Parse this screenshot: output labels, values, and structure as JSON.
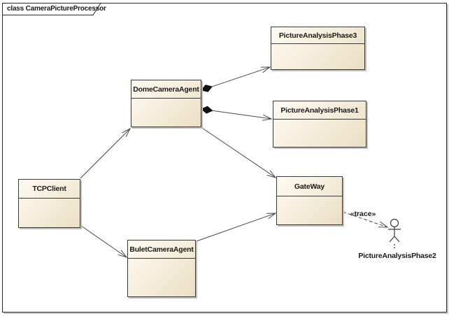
{
  "frame": {
    "title": "class CameraPictureProcessor"
  },
  "nodes": [
    {
      "name": "PictureAnalysisPhase3"
    },
    {
      "name": "DomeCameraAgent"
    },
    {
      "name": "PictureAnalysisPhase1"
    },
    {
      "name": "TCPClient"
    },
    {
      "name": "GateWay"
    },
    {
      "name": "BuletCameraAgent"
    }
  ],
  "actor": {
    "colon": ":",
    "name": "PictureAnalysisPhase2"
  },
  "edges": [
    {
      "from": "TCPClient",
      "to": "DomeCameraAgent",
      "type": "association",
      "target_arrow": "open"
    },
    {
      "from": "TCPClient",
      "to": "BuletCameraAgent",
      "type": "association",
      "target_arrow": "open"
    },
    {
      "from": "DomeCameraAgent",
      "to": "PictureAnalysisPhase3",
      "type": "composition",
      "source_adornment": "filled-diamond",
      "target_arrow": "open"
    },
    {
      "from": "DomeCameraAgent",
      "to": "PictureAnalysisPhase1",
      "type": "composition",
      "source_adornment": "filled-diamond",
      "target_arrow": "open"
    },
    {
      "from": "DomeCameraAgent",
      "to": "GateWay",
      "type": "association",
      "target_arrow": "open"
    },
    {
      "from": "BuletCameraAgent",
      "to": "GateWay",
      "type": "association",
      "target_arrow": "open"
    },
    {
      "from": "GateWay",
      "to": "PictureAnalysisPhase2",
      "type": "trace",
      "style": "dashed",
      "label": "«trace»",
      "target_arrow": "open"
    }
  ],
  "colors": {
    "node_fill_light": "#fdfaf1",
    "node_fill_dark": "#eadfc3",
    "node_border": "#3a3a3a",
    "connector": "#4a4a4a",
    "shadow": "#c0c0c0",
    "frame_border": "#2b2b2b",
    "text": "#1a1a1a",
    "background": "#ffffff"
  }
}
